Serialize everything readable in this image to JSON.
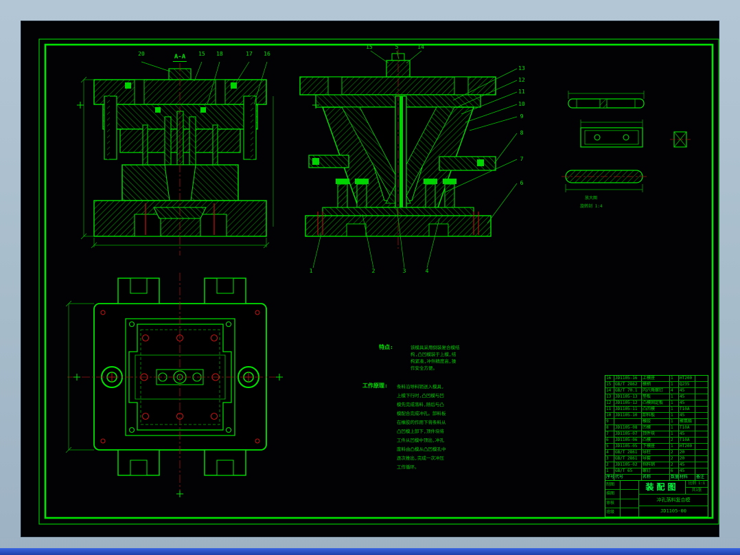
{
  "page": {
    "background": "#a7bccb",
    "sheet_color": "#020204",
    "line_color": "#00e400",
    "accent_red": "#c01414",
    "taskbar_color": "#2b50c8"
  },
  "callouts": {
    "front_top": [
      "20",
      "A-A",
      "15",
      "18",
      "17",
      "16"
    ],
    "side_top": [
      "15",
      "5",
      "14"
    ],
    "side_right": [
      "13",
      "12",
      "11",
      "10",
      "9",
      "8",
      "7",
      "6"
    ],
    "side_bottom": [
      "1",
      "2",
      "3",
      "4"
    ]
  },
  "detail_views": {
    "note_line1": "放大图",
    "note_line2": "旋转剖 1:4"
  },
  "notes": {
    "features_label": "特点:",
    "features_lines": [
      "该模具采用倒装复合模结",
      "构,凸凹模装于上模,结",
      "构紧凑,冲件精度高,操",
      "作安全方便。"
    ],
    "principle_label": "工作原理:",
    "principle_lines": [
      "条料沿导料销送入模具,",
      "上模下行时,凸凹模与凹",
      "模先完成落料,随后与凸",
      "模配合完成冲孔。卸料板",
      "在橡胶的作用下将条料从",
      "凸凹模上卸下,顶件块将",
      "工件从凹模中顶出,冲孔",
      "废料由凸模从凸凹模孔中",
      "逐次推出,完成一次冲压",
      "工作循环。"
    ]
  },
  "bom": {
    "headers": [
      "序号",
      "代号",
      "名称",
      "数量",
      "材料",
      "备注"
    ],
    "rows": [
      [
        "16",
        "JD1105-16",
        "上模座",
        "1",
        "HT200",
        ""
      ],
      [
        "15",
        "GB/T 2862",
        "模柄",
        "1",
        "Q235",
        ""
      ],
      [
        "14",
        "GB/T 70.1",
        "内六角螺钉",
        "4",
        "45",
        ""
      ],
      [
        "13",
        "JD1105-13",
        "垫板",
        "1",
        "45",
        ""
      ],
      [
        "12",
        "JD1105-12",
        "凸模固定板",
        "1",
        "45",
        ""
      ],
      [
        "11",
        "JD1105-11",
        "凸凹模",
        "1",
        "T10A",
        ""
      ],
      [
        "10",
        "JD1105-10",
        "卸料板",
        "1",
        "45",
        ""
      ],
      [
        "9",
        "",
        "橡胶",
        "1",
        "聚氨酯",
        ""
      ],
      [
        "8",
        "JD1105-08",
        "凹模",
        "1",
        "T10A",
        ""
      ],
      [
        "7",
        "JD1105-07",
        "顶件块",
        "1",
        "45",
        ""
      ],
      [
        "6",
        "JD1105-06",
        "凸模",
        "2",
        "T10A",
        ""
      ],
      [
        "5",
        "JD1105-05",
        "下模座",
        "1",
        "HT200",
        ""
      ],
      [
        "4",
        "GB/T 2861",
        "导柱",
        "2",
        "20",
        ""
      ],
      [
        "3",
        "GB/T 2861",
        "导套",
        "2",
        "20",
        ""
      ],
      [
        "2",
        "JD1105-02",
        "挡料销",
        "2",
        "45",
        ""
      ],
      [
        "1",
        "GB/T 65",
        "螺钉",
        "6",
        "45",
        ""
      ]
    ]
  },
  "titleblock": {
    "big_label": "装配图",
    "scale_label": "比例 1:1",
    "sheet_label": "共1张",
    "subtitle": "冲孔落料复合模",
    "drawing_no": "JD1105-00",
    "left_rows": [
      [
        "制图",
        ""
      ],
      [
        "描图",
        ""
      ],
      [
        "审核",
        ""
      ],
      [
        "班级",
        ""
      ]
    ]
  }
}
